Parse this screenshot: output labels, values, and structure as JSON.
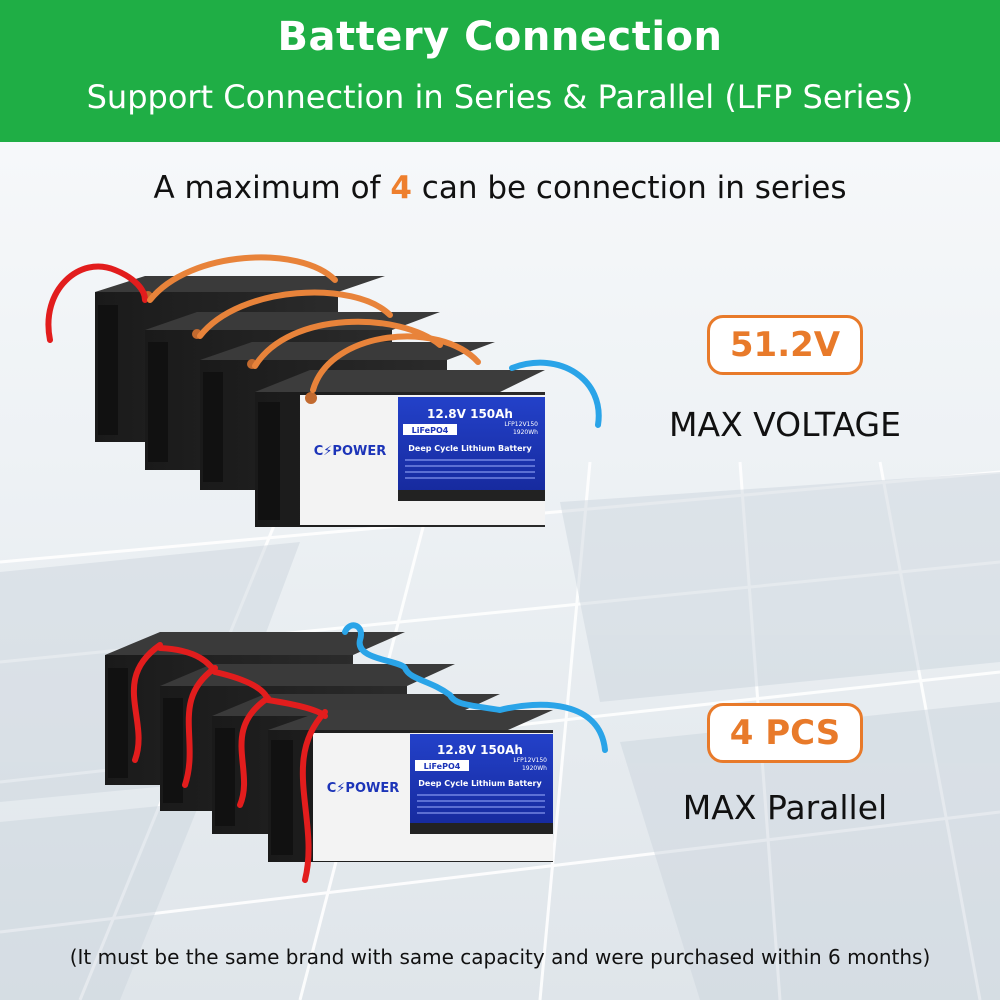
{
  "header": {
    "title": "Battery Connection",
    "subtitle": "Support Connection in Series & Parallel (LFP Series)"
  },
  "series": {
    "caption_prefix": "A maximum of ",
    "caption_number": "4",
    "caption_suffix": " can be connection in series",
    "badge": "51.2V",
    "label": "MAX VOLTAGE"
  },
  "parallel": {
    "badge": "4 PCS",
    "label": "MAX Parallel"
  },
  "battery_label": {
    "spec": "12.8V  150Ah",
    "chem": "LiFePO4",
    "model": "LFP12V150",
    "energy": "1920Wh",
    "desc": "Deep Cycle Lithium Battery",
    "brand": "C⚡POWER"
  },
  "footnote": "(It must be the same brand with same capacity and were purchased within 6 months)",
  "colors": {
    "green": "#1fae45",
    "orange": "#e87a2a",
    "red_cable": "#e21d1d",
    "orange_cable": "#e8833a",
    "blue_cable": "#2aa4e8",
    "label_blue": "#1c34b8"
  }
}
